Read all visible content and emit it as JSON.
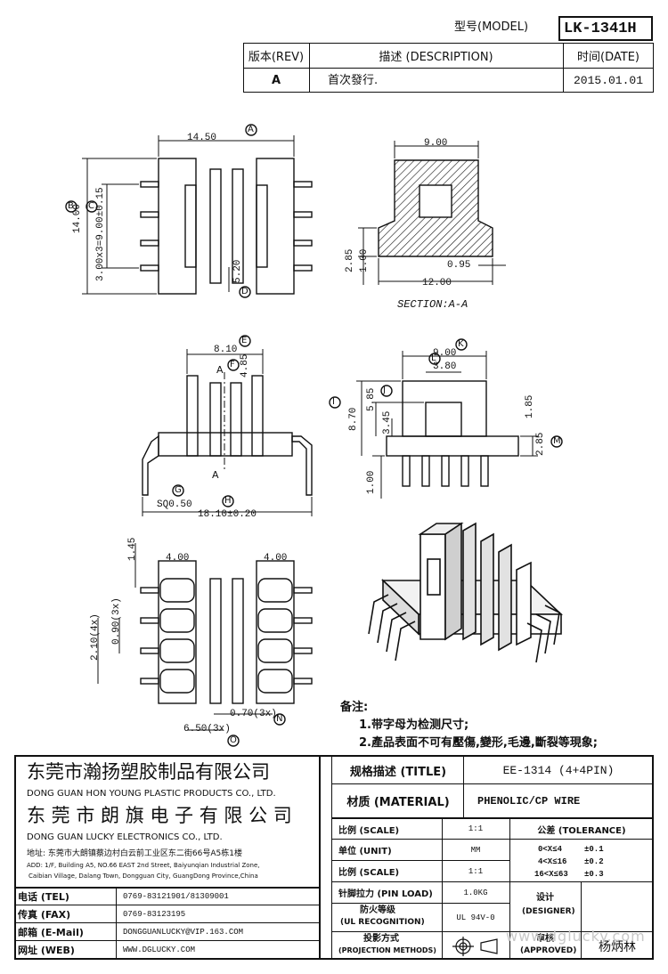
{
  "header": {
    "model_label": "型号(MODEL)",
    "model_value": "LK-1341H"
  },
  "revision_table": {
    "rev_header": "版本(REV)",
    "desc_header": "描述 (DESCRIPTION)",
    "date_header": "时间(DATE)",
    "rev_value": "A",
    "desc_value": "首次發行.",
    "date_value": "2015.01.01"
  },
  "drawing": {
    "top_view": {
      "dim_width": "14.50",
      "dim_height": "14.00",
      "dim_pitch": "3.00x3=9.00±0.15",
      "dim_slot": "5.20",
      "markers": {
        "a": "A",
        "b": "B",
        "c": "C",
        "d": "D"
      }
    },
    "section_view": {
      "dim_top": "9.00",
      "dim_h1": "2.85",
      "dim_h2": "1.00",
      "dim_wall": "0.95",
      "dim_bottom": "12.00",
      "caption": "SECTION:A-A"
    },
    "front_view": {
      "dim_top": "8.10",
      "dim_flange": "4.85",
      "dim_bottom": "18.10±0.20",
      "dim_pin": "SQ0.50",
      "section_mark_top": "A",
      "section_mark_bottom": "A",
      "markers": {
        "e": "E",
        "f": "F",
        "g": "G",
        "h": "H"
      }
    },
    "side_view": {
      "dim_top": "9.00",
      "dim_inner": "3.80",
      "dim_h_total": "8.70",
      "dim_h1": "5.85",
      "dim_h2": "3.45",
      "dim_right_top": "1.85",
      "dim_right": "2.85",
      "dim_left_bottom": "1.00",
      "markers": {
        "i": "I",
        "j": "J",
        "k": "K",
        "l": "L",
        "m": "M"
      }
    },
    "bottom_view": {
      "dim_top": "1.45",
      "dim_left_w": "4.00",
      "dim_right_w": "4.00",
      "dim_pitch_4x": "2.10(4x)",
      "dim_pitch_3x": "0.90(3x)",
      "dim_gap": "0.70(3x)",
      "dim_base": "6.50(3x)",
      "markers": {
        "n": "N",
        "o": "O"
      }
    }
  },
  "notes": {
    "heading": "备注:",
    "items": [
      "1.带字母为检测尺寸;",
      "2.產品表面不可有壓傷,變形,毛邊,斷裂等現象;"
    ]
  },
  "company": {
    "cn_name_1": "东莞市瀚扬塑胶制品有限公司",
    "en_name_1": "DONG GUAN HON YOUNG PLASTIC PRODUCTS CO., LTD.",
    "cn_name_2": "东 莞 市 朗 旗 电 子 有 限 公 司",
    "en_name_2": "DONG GUAN LUCKY ELECTRONICS CO., LTD.",
    "address_cn": "地址: 东莞市大朗镇蔡边村白云前工业区东二街66号A5栋1楼",
    "address_en_1": "ADD: 1/F, Building A5, NO.66 EAST 2nd Street, Baiyunqian Industrial Zone,",
    "address_en_2": "Caibian Village, Dalang Town, Dongguan City, GuangDong Province,China",
    "tel_label": "电话 (TEL)",
    "tel_value": "0769-83121901/81309001",
    "fax_label": "传真 (FAX)",
    "fax_value": "0769-83123195",
    "email_label": "邮箱 (E-Mail)",
    "email_value": "DONGGUANLUCKY@VIP.163.COM",
    "web_label": "网址 (WEB)",
    "web_value": "WWW.DGLUCKY.COM"
  },
  "spec": {
    "title_label": "规格描述 (TITLE)",
    "title_value": "EE-1314 (4+4PIN)",
    "material_label": "材质 (MATERIAL)",
    "material_value": "PHENOLIC/CP WIRE",
    "scale_label": "比例 (SCALE)",
    "scale_value": "1:1",
    "tolerance_label": "公差 (TOLERANCE)",
    "unit_label": "单位 (UNIT)",
    "unit_value": "MM",
    "tol_rows": [
      {
        "range": "0<X≤4",
        "value": "±0.1"
      },
      {
        "range": "4<X≤16",
        "value": "±0.2"
      },
      {
        "range": "16<X≤63",
        "value": "±0.3"
      }
    ],
    "scale2_label": "比例 (SCALE)",
    "scale2_value": "1:1",
    "pin_load_label": "针脚拉力 (PIN LOAD)",
    "pin_load_value": "1.0KG",
    "designer_label_cn": "设计",
    "designer_label_en": "(DESIGNER)",
    "ul_label_cn": "防火等级",
    "ul_label_en": "(UL RECOGNITION)",
    "ul_value": "UL 94V-0",
    "approved_label_cn": "审核",
    "approved_label_en": "(APPROVED)",
    "approved_value": "杨炳林",
    "projection_label_cn": "投影方式",
    "projection_label_en": "(PROJECTION METHODS)"
  },
  "watermark": "www.dglucky.com"
}
